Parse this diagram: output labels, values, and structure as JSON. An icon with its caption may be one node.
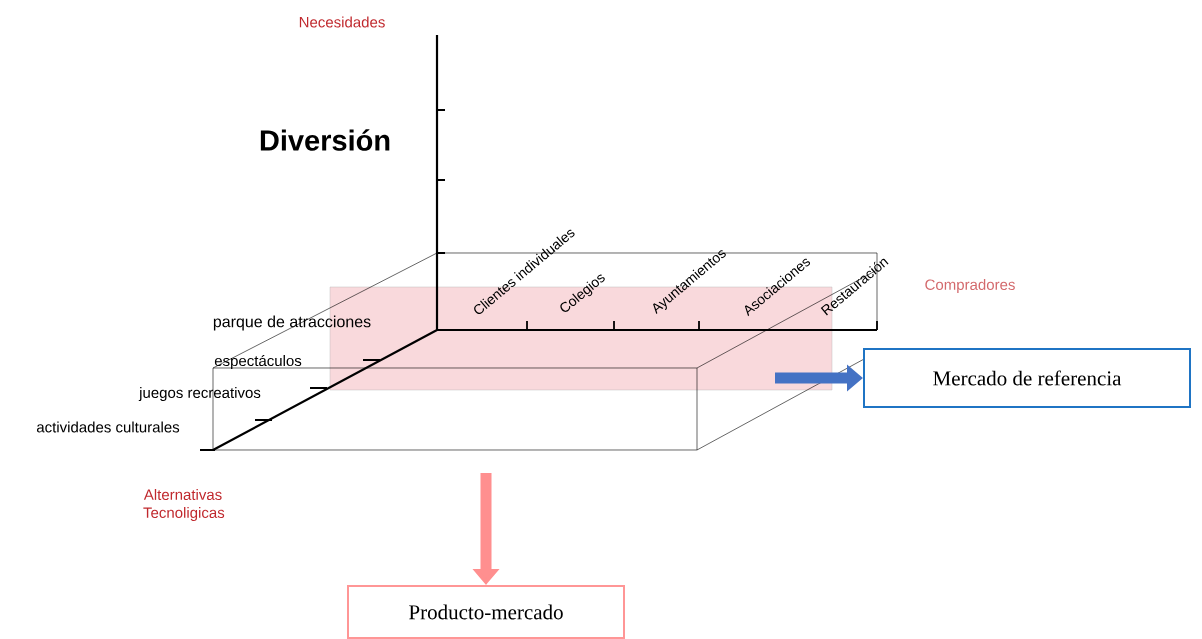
{
  "diagram": {
    "nodes": [
      {
        "text": [
          "Mercado de referencia"
        ]
      },
      {
        "text": [
          "Producto-mercado"
        ]
      }
    ],
    "edges": [
      {
        "from": null,
        "to": 0,
        "arrow": "to",
        "color": "#4472c4"
      },
      {
        "from": null,
        "to": 1,
        "arrow": "to",
        "color": "#ff8f8f"
      }
    ],
    "labels": [
      "Necesidades",
      "Diversión",
      "Clientes individuales",
      "Colegios",
      "Ayuntamientos",
      "Asociaciones",
      "Restauración",
      "Compradores",
      "parque de atracciones",
      "espectáculos",
      "juegos recreativos",
      "actividades culturales",
      "Alternativas Tecnoligicas"
    ]
  }
}
